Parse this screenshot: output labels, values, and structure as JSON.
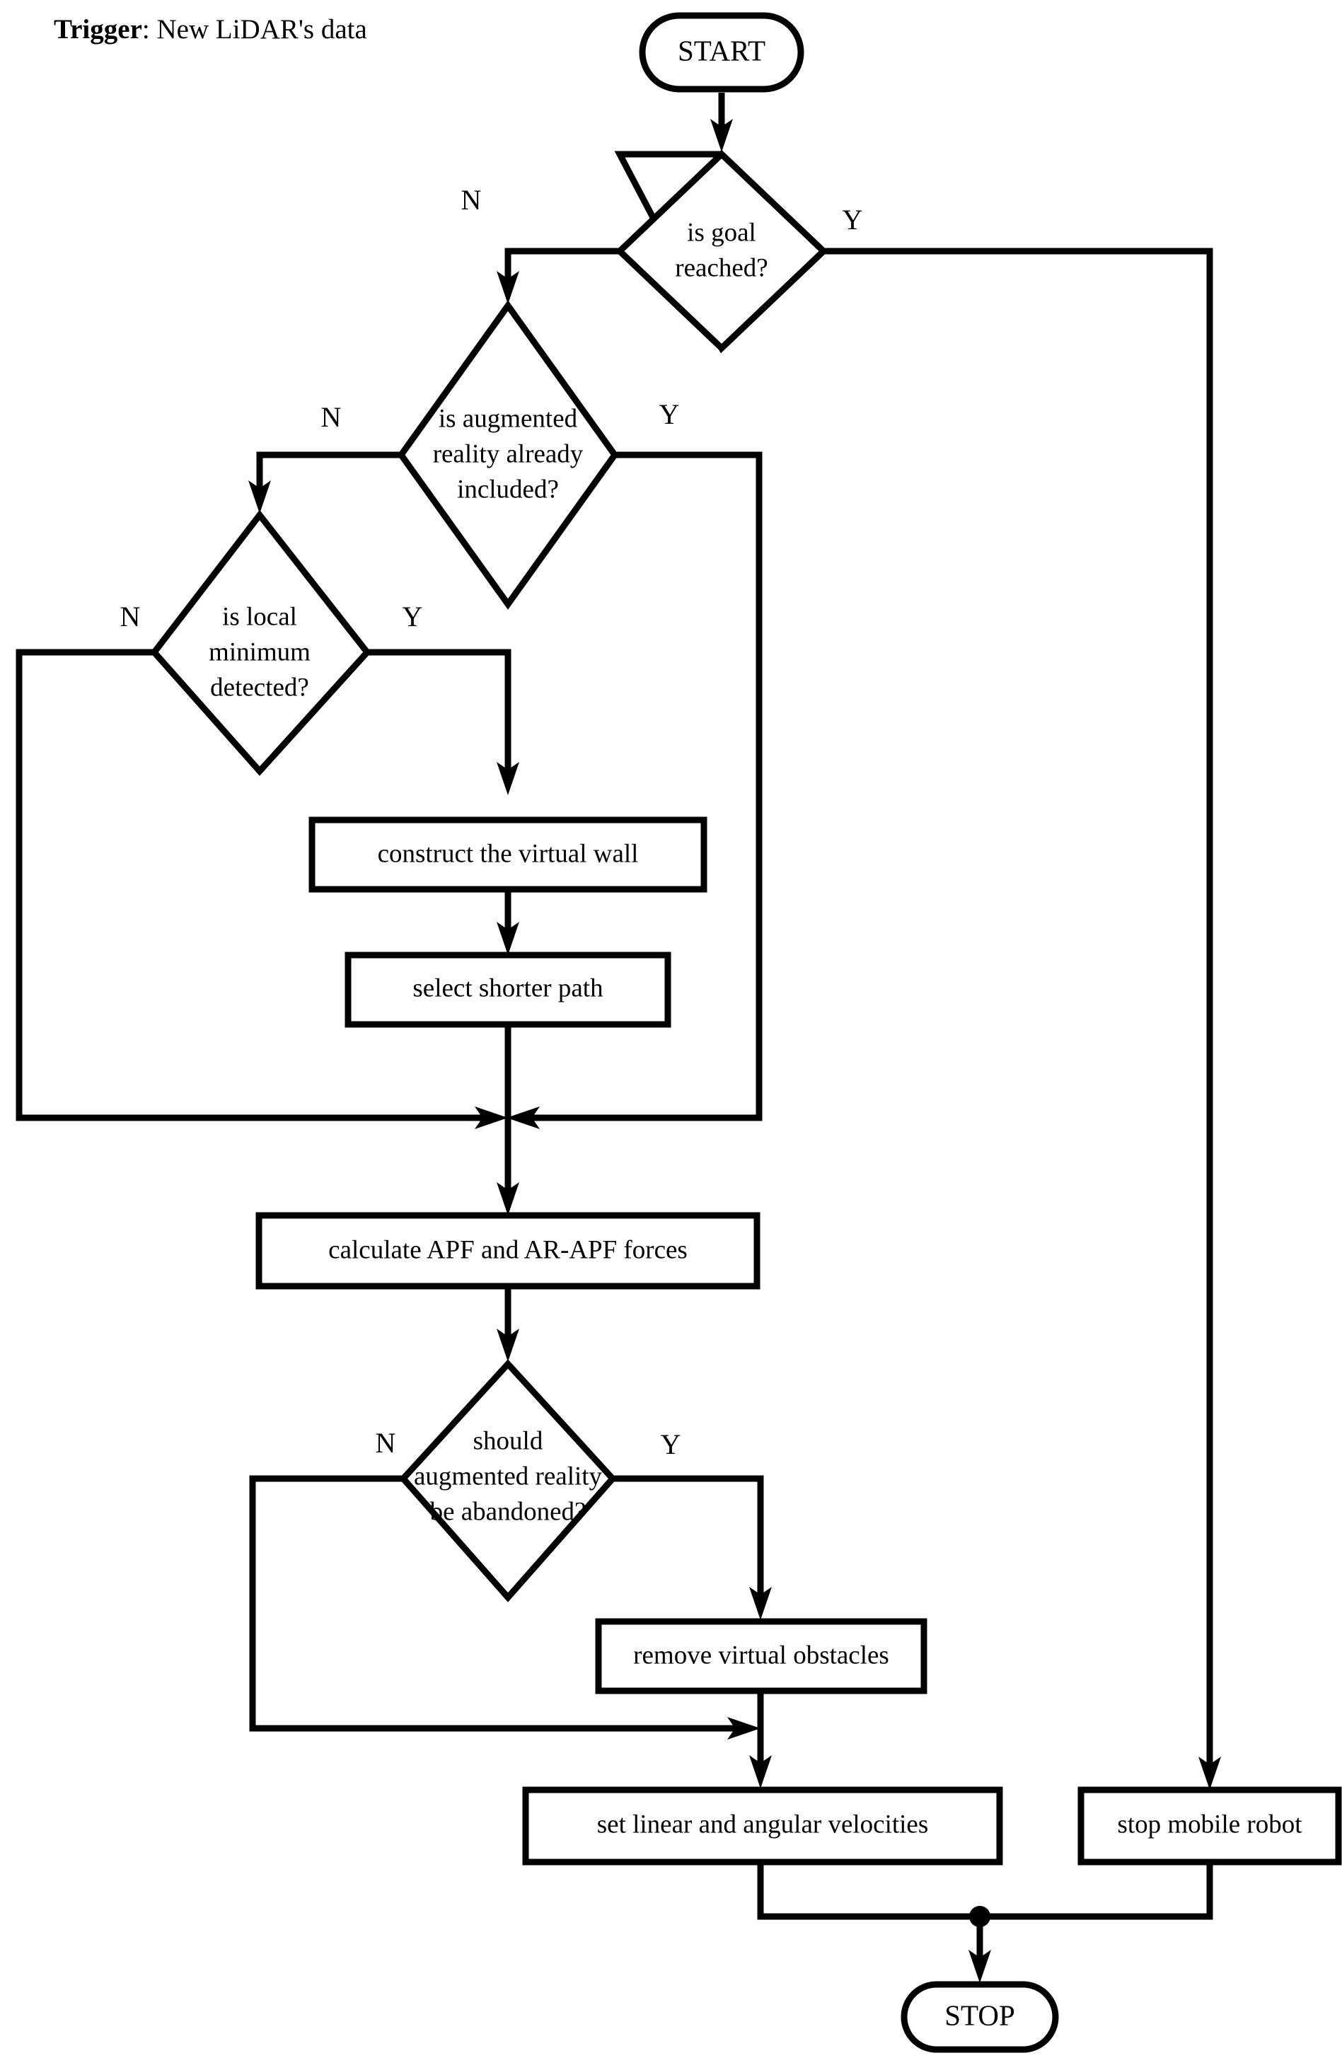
{
  "diagram": {
    "title_note": "Trigger: New LiDAR's data",
    "trigger": {
      "label_bold": "Trigger",
      "separator": ": ",
      "value": "New LiDAR's data"
    },
    "nodes": {
      "start": {
        "id": "start",
        "type": "terminator",
        "label": "START"
      },
      "goal_reached": {
        "id": "goal_reached",
        "type": "decision",
        "label_line1": "is goal",
        "label_line2": "reached?"
      },
      "ar_included": {
        "id": "ar_included",
        "type": "decision",
        "label_line1": "is augmented",
        "label_line2": "reality already",
        "label_line3": "included?"
      },
      "local_min": {
        "id": "local_min",
        "type": "decision",
        "label_line1": "is local",
        "label_line2": "minimum",
        "label_line3": "detected?"
      },
      "construct_wall": {
        "id": "construct_wall",
        "type": "process",
        "label": "construct the virtual wall"
      },
      "select_path": {
        "id": "select_path",
        "type": "process",
        "label": "select shorter path"
      },
      "calculate_forces": {
        "id": "calculate_forces",
        "type": "process",
        "label": "calculate APF and AR-APF forces"
      },
      "ar_abandon": {
        "id": "ar_abandon",
        "type": "decision",
        "label_line1": "should",
        "label_line2": "augmented reality",
        "label_line3": "be abandoned?"
      },
      "remove_obstacles": {
        "id": "remove_obstacles",
        "type": "process",
        "label": "remove virtual obstacles"
      },
      "set_velocities": {
        "id": "set_velocities",
        "type": "process",
        "label": "set linear and angular velocities"
      },
      "stop_robot": {
        "id": "stop_robot",
        "type": "process",
        "label": "stop mobile robot"
      },
      "stop": {
        "id": "stop",
        "type": "terminator",
        "label": "STOP"
      }
    },
    "branch_labels": {
      "goal_no": "N",
      "goal_yes": "Y",
      "ar_included_no": "N",
      "ar_included_yes": "Y",
      "local_min_no": "N",
      "local_min_yes": "Y",
      "ar_abandon_no": "N",
      "ar_abandon_yes": "Y"
    },
    "colors": {
      "stroke": "#000000",
      "fill": "#ffffff",
      "background": "#ffffff"
    }
  }
}
